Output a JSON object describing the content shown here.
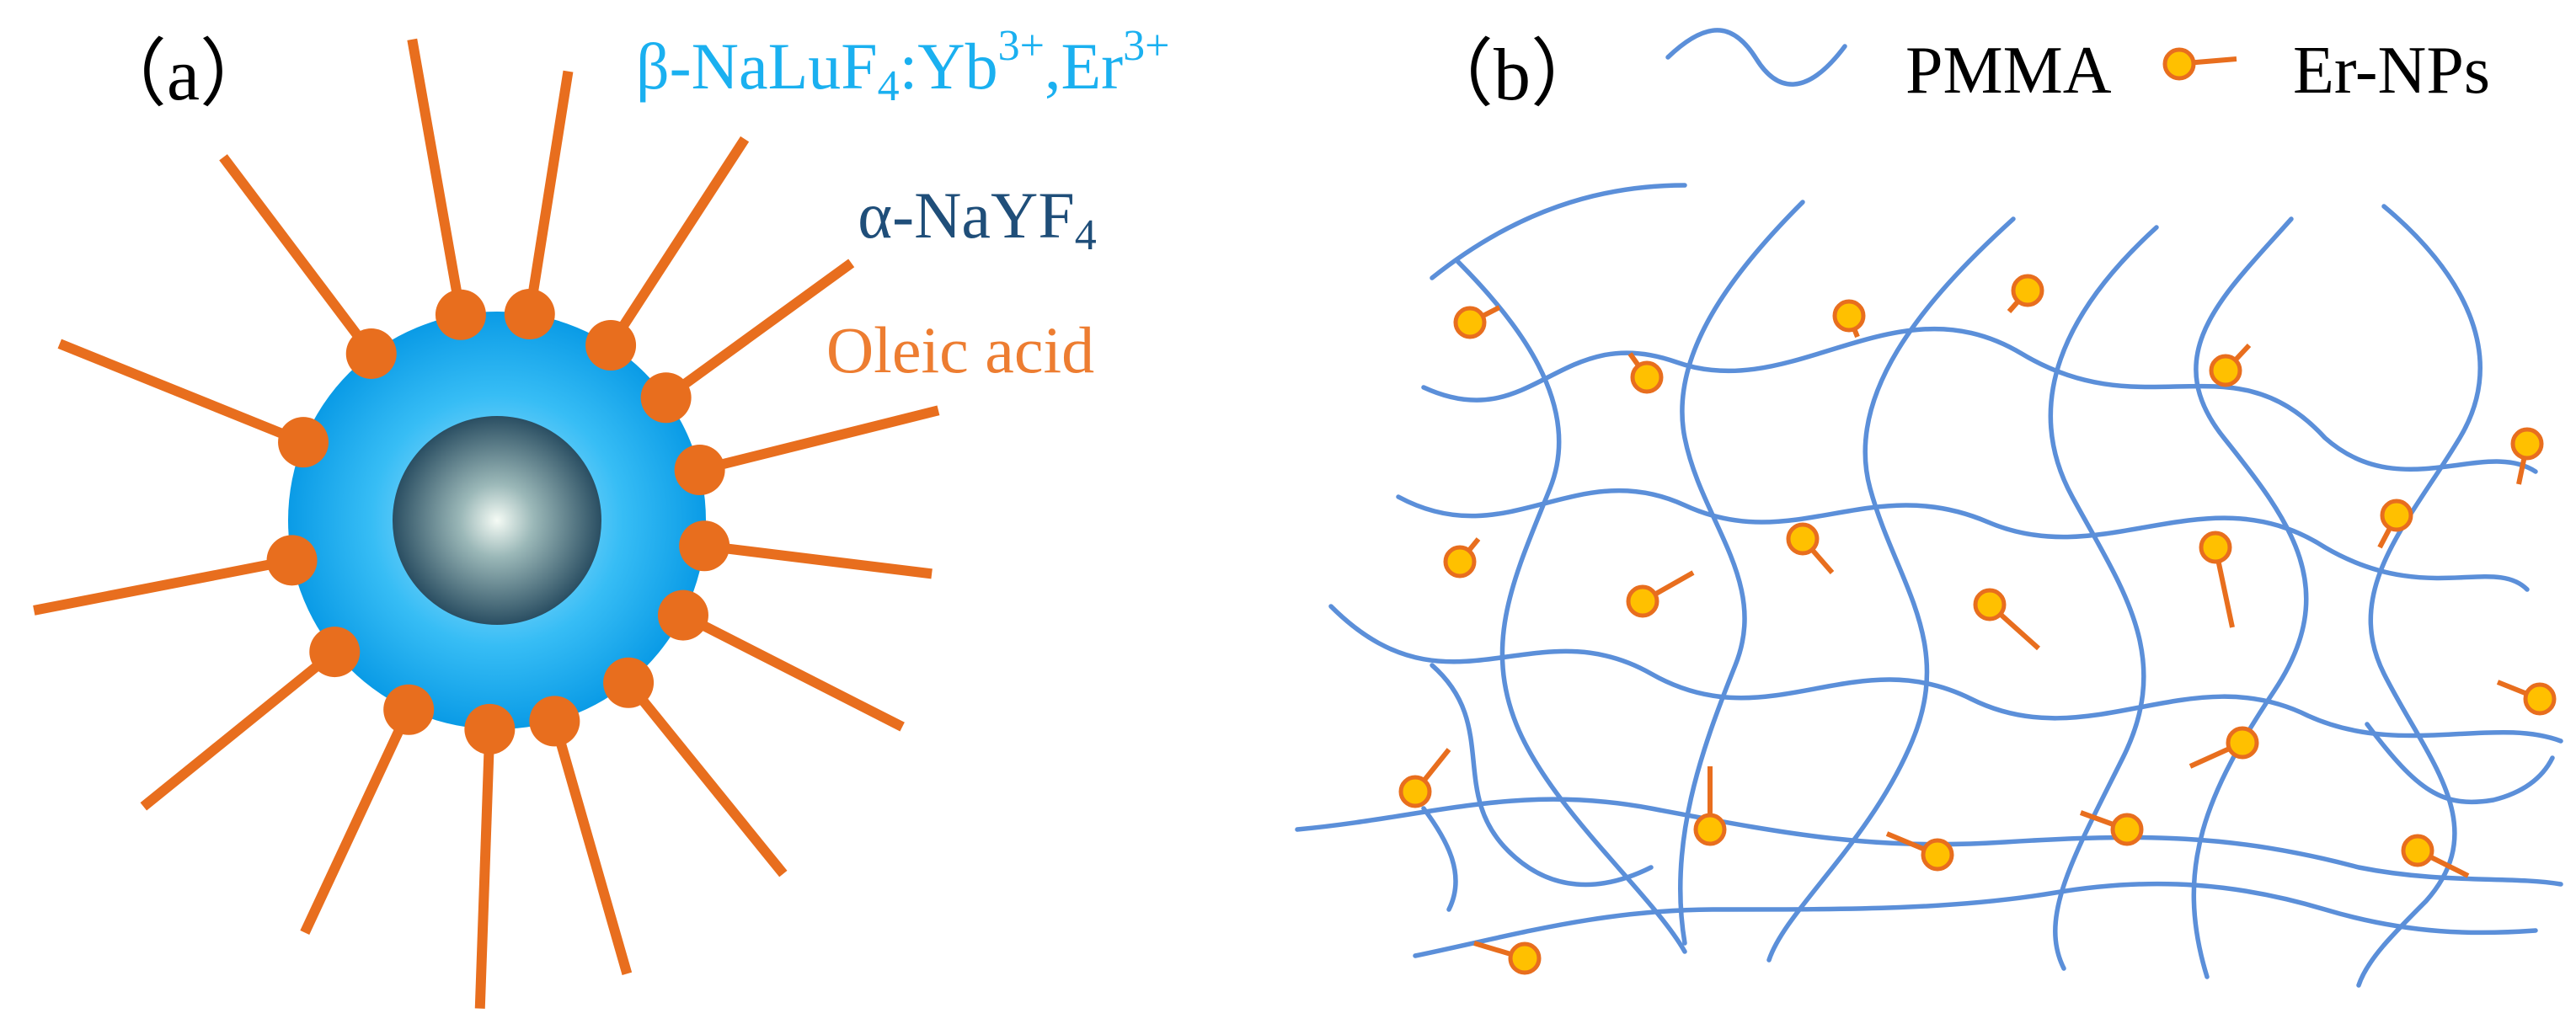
{
  "panel_a": {
    "label": "（a）",
    "legend": [
      {
        "parts": [
          {
            "text": "β-NaLuF"
          },
          {
            "text": "4",
            "script": "sub"
          },
          {
            "text": ":Yb"
          },
          {
            "text": "3+",
            "script": "sup"
          },
          {
            "text": ",Er"
          },
          {
            "text": "3+",
            "script": "sup"
          }
        ],
        "color": "#1ab0f0"
      },
      {
        "parts": [
          {
            "text": "α-NaYF"
          },
          {
            "text": "4",
            "script": "sub"
          }
        ],
        "color": "#1f4e79"
      },
      {
        "parts": [
          {
            "text": "Oleic acid"
          }
        ],
        "color": "#ed7d31"
      }
    ],
    "shell_color": "#1ab0f0",
    "core_color": "#2e5566",
    "ligand_color": "#e86e1e"
  },
  "panel_b": {
    "label": "（b）",
    "legend": {
      "pmma_label": "PMMA",
      "np_label": "Er-NPs"
    },
    "chain_color": "#5b8fd9",
    "np_fill": "#ffc000",
    "np_stroke": "#e86e1e"
  }
}
